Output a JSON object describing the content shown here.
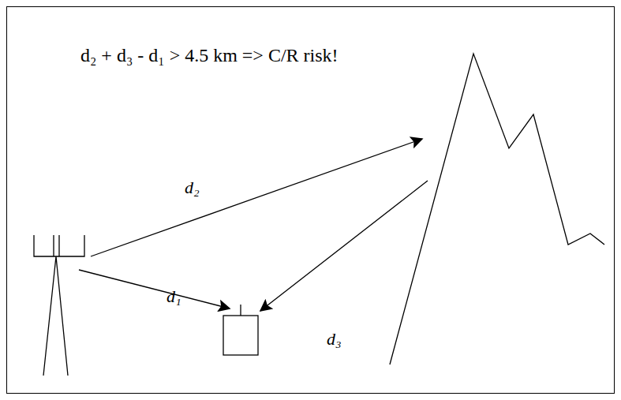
{
  "diagram": {
    "labels": [
      "d₂ + d₃ - d₁ > 4.5 km => C/R risk!",
      "d₂",
      "d₁",
      "d₃"
    ]
  }
}
